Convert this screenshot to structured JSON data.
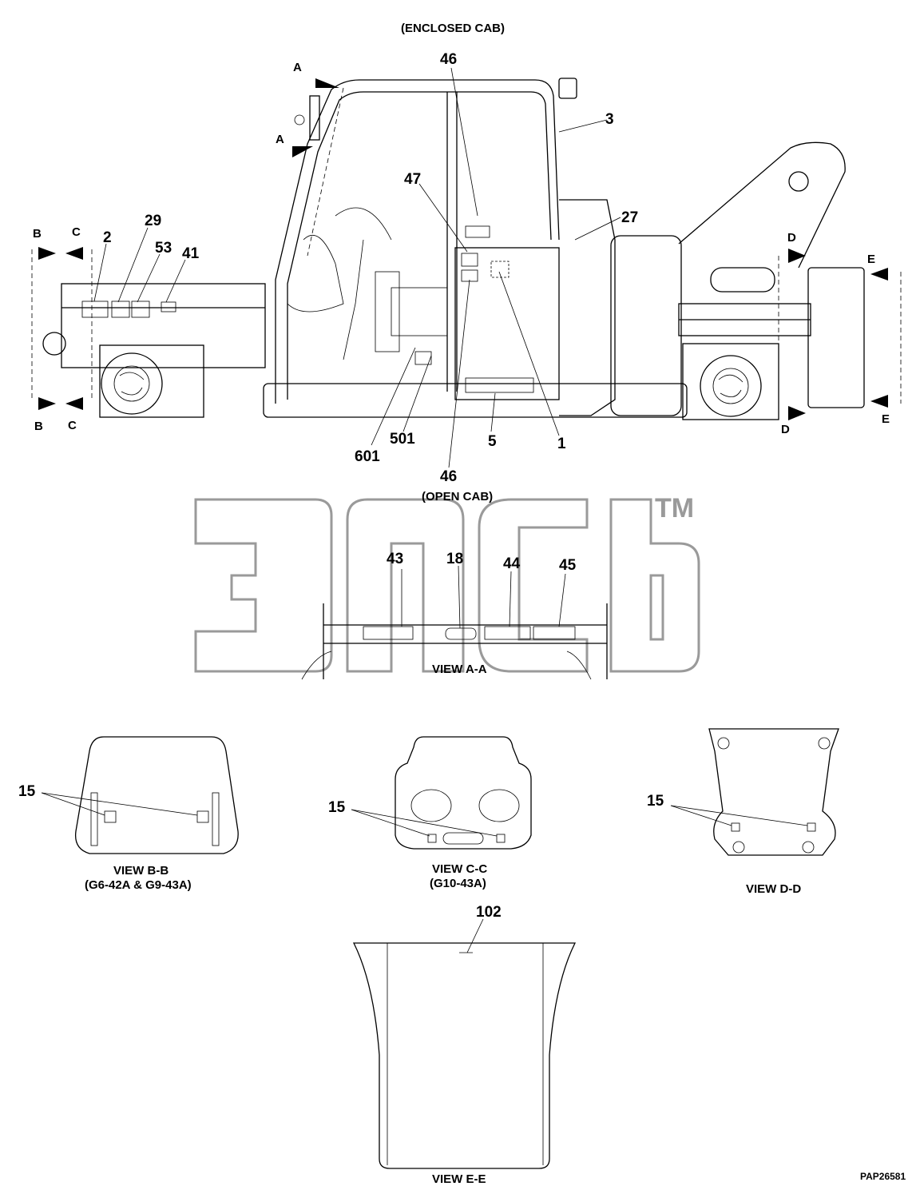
{
  "drawing_id": "PAP26581",
  "titles": {
    "enclosed_cab": "(ENCLOSED CAB)",
    "open_cab": "(OPEN CAB)",
    "view_aa": "VIEW A-A",
    "view_bb": "VIEW B-B",
    "view_bb_sub": "(G6-42A & G9-43A)",
    "view_cc": "VIEW C-C",
    "view_cc_sub": "(G10-43A)",
    "view_dd": "VIEW D-D",
    "view_ee": "VIEW E-E"
  },
  "section_markers": {
    "a_top": "A",
    "a_mid": "A",
    "b_top": "B",
    "b_bot": "B",
    "c_top": "C",
    "c_bot": "C",
    "d_top": "D",
    "d_bot": "D",
    "e_top": "E",
    "e_bot": "E"
  },
  "callouts": {
    "c46_top": "46",
    "c3": "3",
    "c47": "47",
    "c27": "27",
    "c29": "29",
    "c2": "2",
    "c53": "53",
    "c41": "41",
    "c601": "601",
    "c501": "501",
    "c5": "5",
    "c1": "1",
    "c46_bot": "46",
    "c43": "43",
    "c18": "18",
    "c44": "44",
    "c45": "45",
    "c15_bb": "15",
    "c15_cc": "15",
    "c15_dd": "15",
    "c102": "102"
  },
  "watermark": {
    "trademark": "TM",
    "color": "#9a9a9a"
  }
}
